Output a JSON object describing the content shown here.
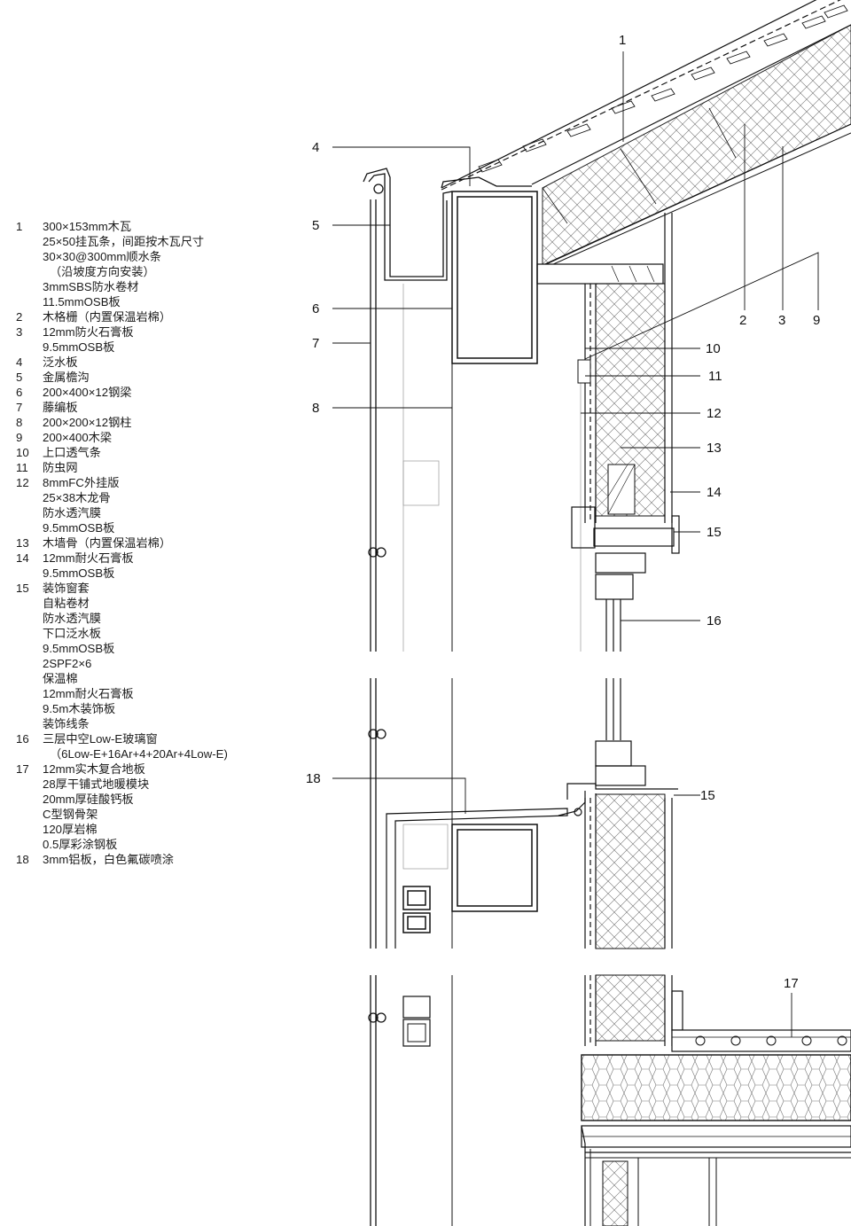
{
  "legend": [
    {
      "num": "1",
      "lines": [
        "300×153mm木瓦",
        "25×50挂瓦条，间距按木瓦尺寸",
        "30×30@300mm顺水条",
        "（沿坡度方向安装）",
        "3mmSBS防水卷材",
        "11.5mmOSB板"
      ]
    },
    {
      "num": "2",
      "lines": [
        "木格栅（内置保温岩棉）"
      ]
    },
    {
      "num": "3",
      "lines": [
        "12mm防火石膏板",
        "9.5mmOSB板"
      ]
    },
    {
      "num": "4",
      "lines": [
        "泛水板"
      ]
    },
    {
      "num": "5",
      "lines": [
        "金属檐沟"
      ]
    },
    {
      "num": "6",
      "lines": [
        "200×400×12钢梁"
      ]
    },
    {
      "num": "7",
      "lines": [
        "藤编板"
      ]
    },
    {
      "num": "8",
      "lines": [
        "200×200×12钢柱"
      ]
    },
    {
      "num": "9",
      "lines": [
        "200×400木梁"
      ]
    },
    {
      "num": "10",
      "lines": [
        "上口透气条"
      ]
    },
    {
      "num": "11",
      "lines": [
        "防虫网"
      ]
    },
    {
      "num": "12",
      "lines": [
        "8mmFC外挂版",
        "25×38木龙骨",
        "防水透汽膜",
        "9.5mmOSB板"
      ]
    },
    {
      "num": "13",
      "lines": [
        "木墙骨（内置保温岩棉）"
      ]
    },
    {
      "num": "14",
      "lines": [
        "12mm耐火石膏板",
        "9.5mmOSB板"
      ]
    },
    {
      "num": "15",
      "lines": [
        "装饰窗套",
        "自粘卷材",
        "防水透汽膜",
        "下口泛水板",
        "9.5mmOSB板",
        "2SPF2×6",
        "保温棉",
        "12mm耐火石膏板",
        "9.5m木装饰板",
        "装饰线条"
      ]
    },
    {
      "num": "16",
      "lines": [
        "三层中空Low-E玻璃窗",
        "（6Low-E+16Ar+4+20Ar+4Low-E)"
      ]
    },
    {
      "num": "17",
      "lines": [
        "12mm实木复合地板",
        "28厚干铺式地暖模块",
        "20mm厚硅酸钙板",
        "C型钢骨架",
        "120厚岩棉",
        "0.5厚彩涂钢板"
      ]
    },
    {
      "num": "18",
      "lines": [
        "3mm铝板，白色氟碳喷涂"
      ]
    }
  ],
  "callouts": [
    "1",
    "2",
    "3",
    "4",
    "5",
    "6",
    "7",
    "8",
    "9",
    "10",
    "11",
    "12",
    "13",
    "14",
    "15",
    "15",
    "16",
    "17",
    "18"
  ]
}
